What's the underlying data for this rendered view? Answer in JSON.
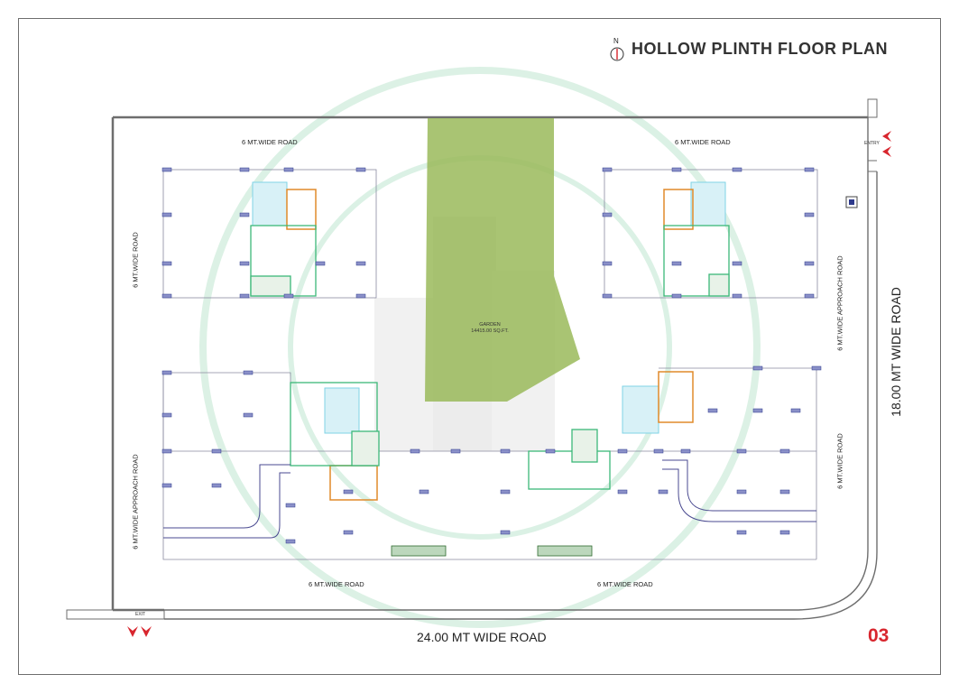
{
  "title": "HOLLOW PLINTH FLOOR PLAN",
  "north": "N",
  "page_number": "03",
  "roads": {
    "bottom": "24.00 MT WIDE ROAD",
    "right": "18.00 MT WIDE ROAD",
    "top_left": "6 MT.WIDE ROAD",
    "top_right": "6 MT.WIDE ROAD",
    "bottom_left": "6 MT.WIDE ROAD",
    "bottom_right": "6 MT.WIDE ROAD",
    "left_upper": "6 MT.WIDE ROAD",
    "left_lower": "6 MT.WIDE APPROACH ROAD",
    "right_upper": "6 MT.WIDE APPROACH ROAD",
    "right_lower": "6 MT.WIDE ROAD"
  },
  "entry_label": "ENTRY",
  "exit_label": "EXIT",
  "garden": {
    "name": "GARDEN",
    "area": "14415.00 SQ.FT."
  },
  "colors": {
    "garden": "#9aba5a",
    "wall": "#6e6e6e",
    "column": "#2e3a8c",
    "lift": "#3cb878",
    "stair": "#7fd3e6",
    "shaft": "#e08a2a",
    "accent": "#d8262e",
    "watermark": "#a8dcc0"
  }
}
